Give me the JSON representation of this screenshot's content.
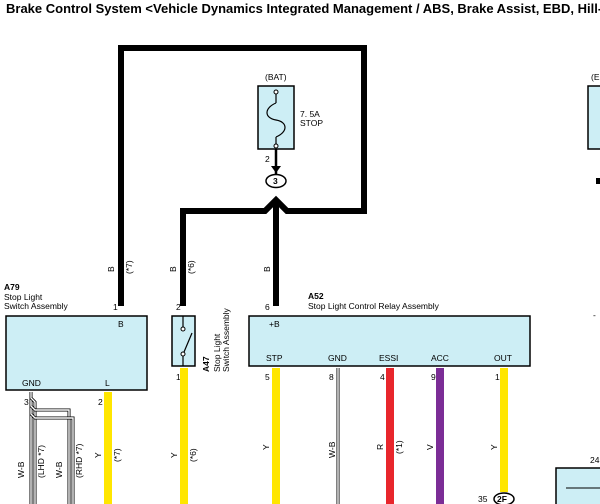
{
  "title": "Brake Control System <Vehicle Dynamics Integrated Management / ABS, Brake Assist, EBD, Hill-Start A",
  "battery": {
    "label": "(BAT)",
    "fuse_rating": "7. 5A",
    "fuse_name": "STOP",
    "pin": "2"
  },
  "junction": {
    "label": "3"
  },
  "wires_top": {
    "w1": {
      "color": "B",
      "note": "(*7)"
    },
    "w2": {
      "color": "B",
      "note": "(*6)"
    },
    "w3": {
      "color": "B"
    }
  },
  "a79": {
    "code": "A79",
    "name_line1": "Stop Light",
    "name_line2": "Switch Assembly",
    "pin_top": "1",
    "term_top": "B",
    "term_gnd": "GND",
    "term_l": "L",
    "pin_gnd": "3",
    "pin_l": "2"
  },
  "a47": {
    "code": "A47",
    "name_line1": "Stop Light",
    "name_line2": "Switch Assembly",
    "pin_top": "2",
    "pin_bottom": "1"
  },
  "a52": {
    "code": "A52",
    "name": "Stop Light Control Relay Assembly",
    "pin_top": "6",
    "term_top": "+B",
    "terms": [
      "STP",
      "GND",
      "ESSI",
      "ACC",
      "OUT"
    ],
    "pins": [
      "5",
      "8",
      "4",
      "9",
      "1"
    ]
  },
  "bottom_wires": {
    "a79_gnd_1": {
      "color": "W-B",
      "note": "(LHD *7)"
    },
    "a79_gnd_2": {
      "color": "W-B",
      "note": "(RHD *7)"
    },
    "a79_l": {
      "color": "Y",
      "note": "(*7)"
    },
    "a47": {
      "color": "Y",
      "note": "(*6)"
    },
    "stp": {
      "color": "Y"
    },
    "gnd": {
      "color": "W-B"
    },
    "essi": {
      "color": "R",
      "note": "(*1)"
    },
    "acc": {
      "color": "V"
    },
    "out": {
      "color": "Y"
    }
  },
  "connector_bottom": {
    "pin": "35",
    "code": "2F"
  },
  "right_partial": {
    "e_label": "(E",
    "num": "24"
  },
  "colors": {
    "yellow": "#ffe600",
    "red": "#e8262c",
    "violet": "#7b2d96",
    "box_fill": "#cdeef5"
  }
}
